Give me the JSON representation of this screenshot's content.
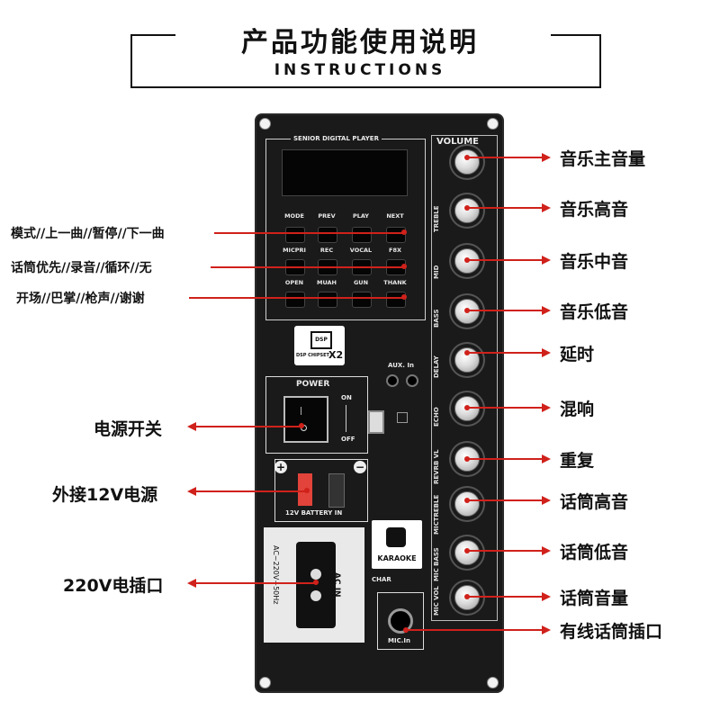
{
  "header": {
    "title_cn": "产品功能使用说明",
    "title_en": "INSTRUCTIONS"
  },
  "panel": {
    "display_label": "SENIOR DIGITAL PLAYER",
    "volume_label": "VOLUME",
    "dsp_badge": "DSP",
    "dsp_chipset": "DSP CHIPSET",
    "dsp_x2": "X2",
    "aux_label": "AUX. In",
    "power_label": "POWER",
    "on_label": "ON",
    "off_label": "OFF",
    "battery_label": "12V BATTERY IN",
    "ac_label": "AC IN",
    "ac_rating": "AC~220V~50Hz",
    "karaoke_label": "KARAOKE",
    "char_label": "CHAR",
    "mic_in_label": "MIC.In",
    "buttons_row1": [
      "MODE",
      "PREV",
      "PLAY",
      "NEXT"
    ],
    "buttons_row2": [
      "MICPRI",
      "REC",
      "VOCAL",
      "F8X"
    ],
    "buttons_row3": [
      "OPEN",
      "MUAH",
      "GUN",
      "THANK"
    ],
    "knobs": [
      "TREBLE",
      "MID",
      "BASS",
      "DELAY",
      "ECHO",
      "REVRB VL",
      "MICTREBLE",
      "MIC BASS",
      "MIC VOL"
    ]
  },
  "annotations_right": [
    "音乐主音量",
    "音乐高音",
    "音乐中音",
    "音乐低音",
    "延时",
    "混响",
    "重复",
    "话筒高音",
    "话筒低音",
    "话筒音量",
    "有线话筒插口"
  ],
  "annotations_left": {
    "row1": "模式//上一曲//暂停//下一曲",
    "row2": "话筒优先//录音//循环//无",
    "row3": "开场//巴掌//枪声//谢谢",
    "power": "电源开关",
    "battery": "外接12V电源",
    "ac": "220V电插口"
  },
  "colors": {
    "arrow": "#d0211b",
    "panel": "#1a1a1a"
  }
}
